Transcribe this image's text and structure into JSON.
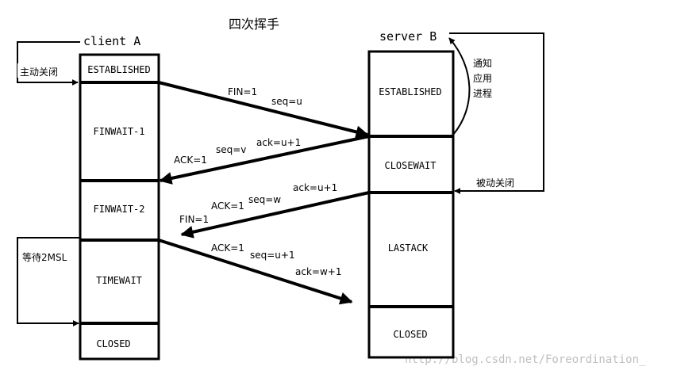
{
  "title": "四次挥手",
  "client": {
    "label": "client A",
    "states": [
      "ESTABLISHED",
      "FINWAIT-1",
      "FINWAIT-2",
      "TIMEWAIT",
      "CLOSED"
    ]
  },
  "server": {
    "label": "server B",
    "states": [
      "ESTABLISHED",
      "CLOSEWAIT",
      "LASTACK",
      "CLOSED"
    ]
  },
  "side_notes": {
    "active_close": "主动关闭",
    "passive_close": "被动关闭",
    "notify_app": [
      "通知",
      "应用",
      "进程"
    ],
    "wait_2msl": "等待2MSL"
  },
  "messages": {
    "m1": [
      "FIN=1",
      "seq=u"
    ],
    "m2": [
      "seq=v",
      "ack=u+1",
      "ACK=1"
    ],
    "m3": [
      "ACK=1",
      "seq=w",
      "ack=u+1",
      "FIN=1"
    ],
    "m4": [
      "ACK=1",
      "seq=u+1",
      "ack=w+1"
    ]
  },
  "watermark": "http://blog.csdn.net/Foreordination_"
}
